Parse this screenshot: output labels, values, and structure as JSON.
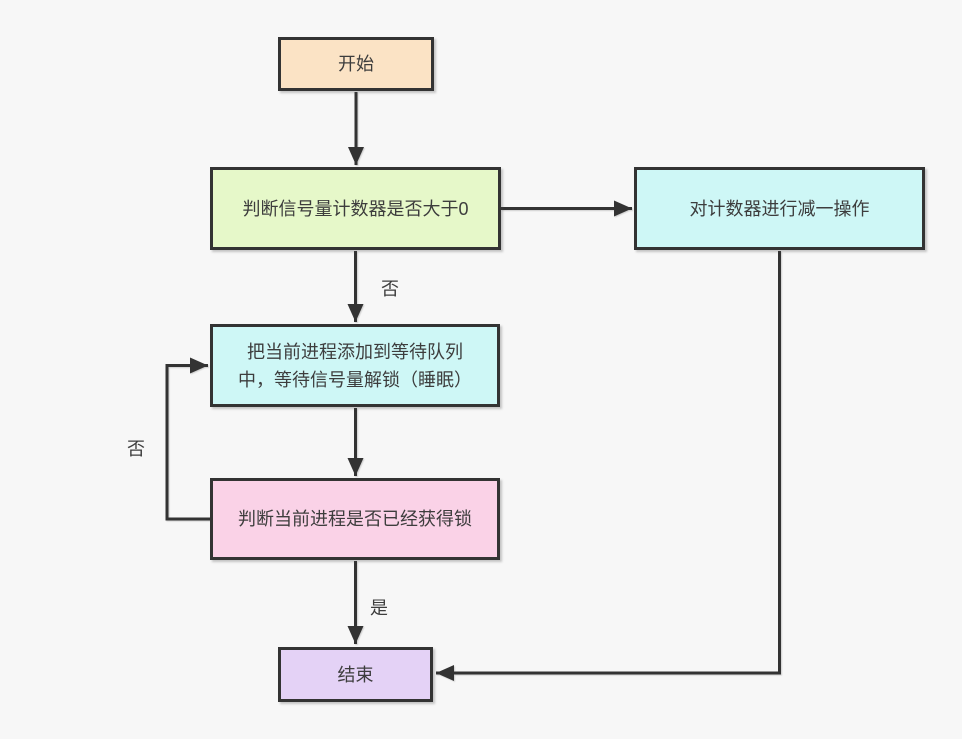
{
  "canvas": {
    "background": "#f7f7f7"
  },
  "diagram": {
    "nodes": [
      {
        "id": "start",
        "label": "开始",
        "fill": "#fbe3c5"
      },
      {
        "id": "check-counter",
        "label": "判断信号量计数器是否大于0",
        "fill": "#e6f8c9"
      },
      {
        "id": "decrement-counter",
        "label": "对计数器进行减一操作",
        "fill": "#cef7f6"
      },
      {
        "id": "wait-queue",
        "label": "把当前进程添加到等待队列中，等待信号量解锁（睡眠）",
        "fill": "#cef7f6"
      },
      {
        "id": "check-lock",
        "label": "判断当前进程是否已经获得锁",
        "fill": "#fad2e7"
      },
      {
        "id": "end",
        "label": "结束",
        "fill": "#e4d2f6"
      }
    ],
    "edge_labels": {
      "counter_not_positive": "否",
      "lock_not_acquired": "否",
      "lock_acquired": "是"
    },
    "colors": {
      "border": "#333333",
      "line": "#333333",
      "text": "#3d3d3d"
    }
  }
}
